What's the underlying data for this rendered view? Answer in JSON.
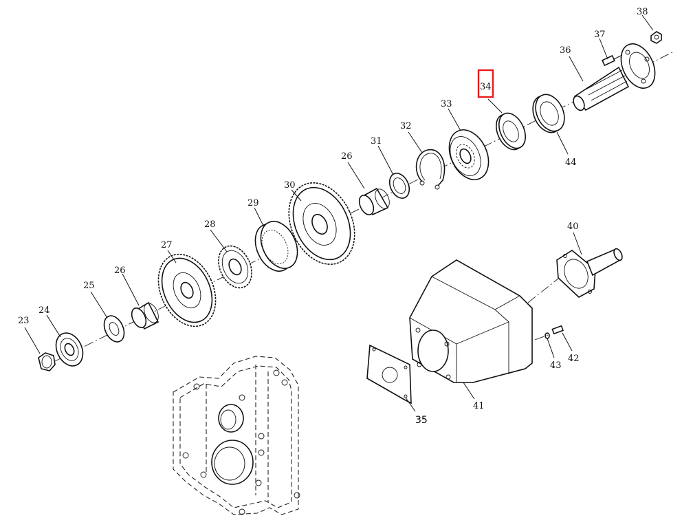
{
  "highlight": {
    "label": "34",
    "color": "#e8191d"
  },
  "labels": {
    "p23": "23",
    "p24": "24",
    "p25": "25",
    "p26a": "26",
    "p27": "27",
    "p28": "28",
    "p29": "29",
    "p30": "30",
    "p26b": "26",
    "p31": "31",
    "p32": "32",
    "p33": "33",
    "p34": "34",
    "p44": "44",
    "p36": "36",
    "p37": "37",
    "p38": "38",
    "p40": "40",
    "p41": "41",
    "p42": "42",
    "p43": "43",
    "p35": "35"
  }
}
